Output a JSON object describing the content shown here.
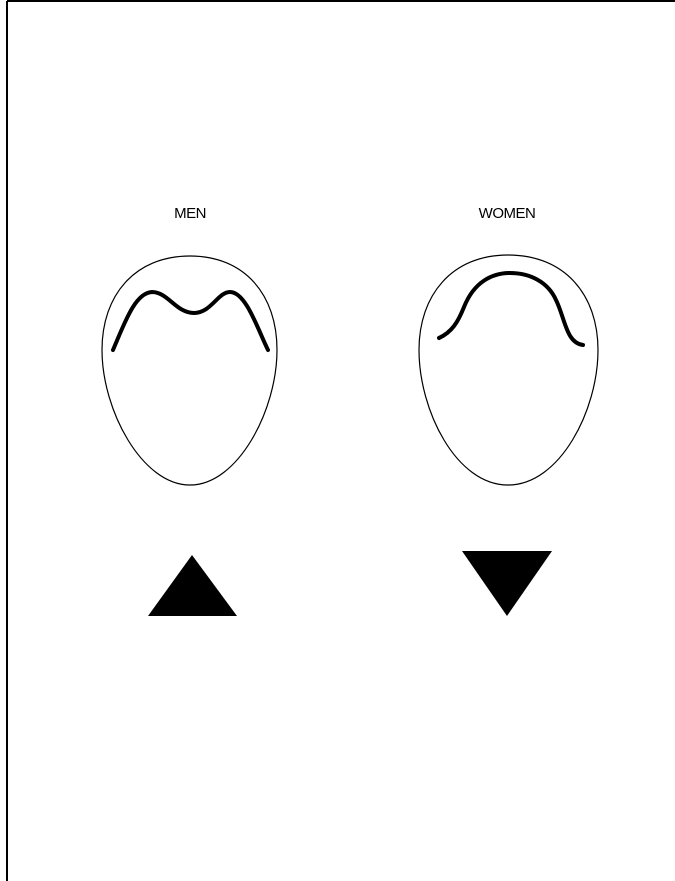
{
  "figures": [
    {
      "id": "men",
      "label": "MEN",
      "hairline": "m-shaped",
      "arrow": "up"
    },
    {
      "id": "women",
      "label": "WOMEN",
      "hairline": "rounded",
      "arrow": "down"
    }
  ],
  "colors": {
    "background": "#ffffff",
    "ink": "#000000"
  }
}
